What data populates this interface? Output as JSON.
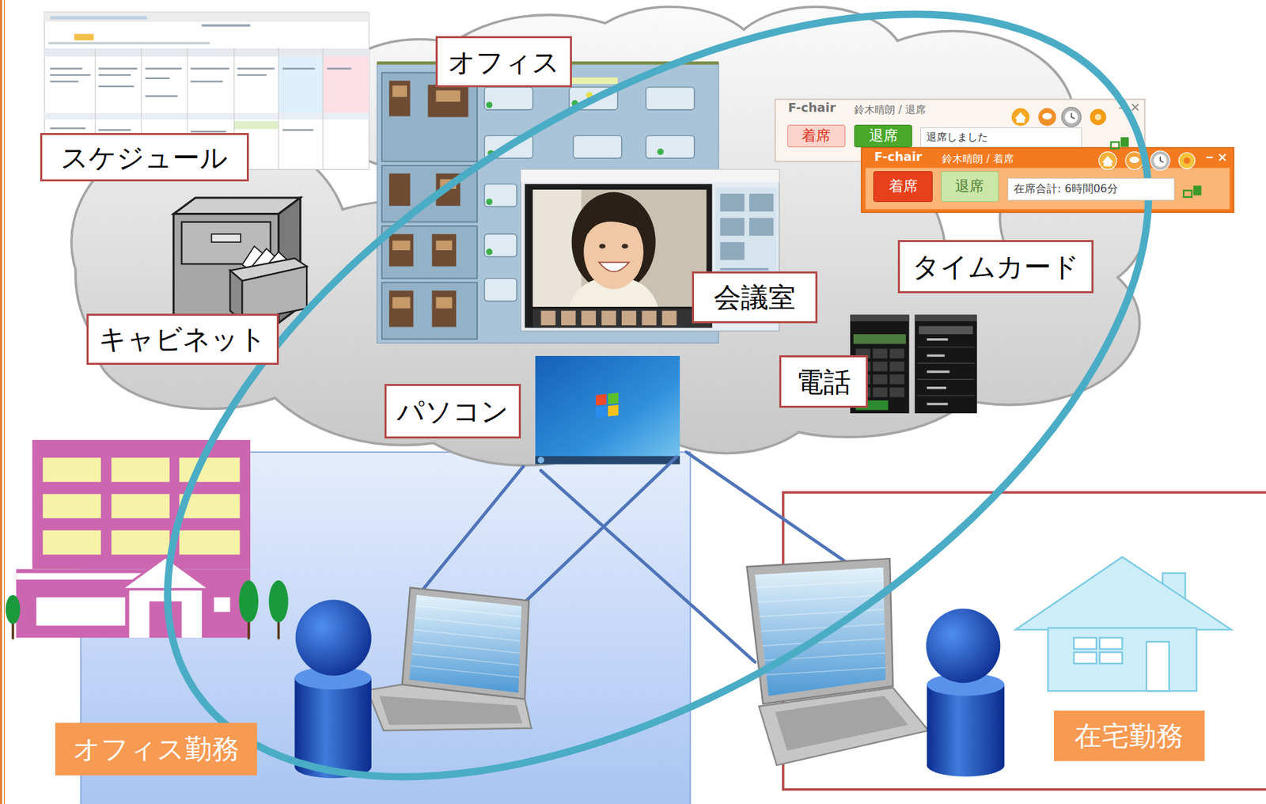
{
  "diagram": {
    "nodes": [
      {
        "text": [
          "オフィス"
        ]
      },
      {
        "text": [
          "F-chair",
          "鈴木晴朗 / 退席"
        ]
      },
      {
        "text": [
          "着席"
        ],
        "in": 1
      },
      {
        "text": [
          "退席"
        ],
        "in": 1
      },
      {
        "text": [
          "退席しました"
        ],
        "in": 1
      },
      {
        "text": [
          "F-chair",
          "鈴木晴朗 / 着席"
        ]
      },
      {
        "text": [
          "着席"
        ],
        "in": 5
      },
      {
        "text": [
          "退席"
        ],
        "in": 5
      },
      {
        "text": [
          "在席合計: 6時間06分"
        ],
        "in": 5
      },
      {
        "text": [
          "スケジュール"
        ]
      },
      {
        "text": [
          "タイムカード"
        ]
      },
      {
        "text": [
          "会議室"
        ]
      },
      {
        "text": [
          "キャビネット"
        ]
      },
      {
        "text": [
          "電話"
        ]
      },
      {
        "text": [
          "パソコン"
        ]
      },
      {
        "text": [
          "オフィス勤務"
        ]
      },
      {
        "text": [
          "在宅勤務"
        ]
      }
    ]
  }
}
